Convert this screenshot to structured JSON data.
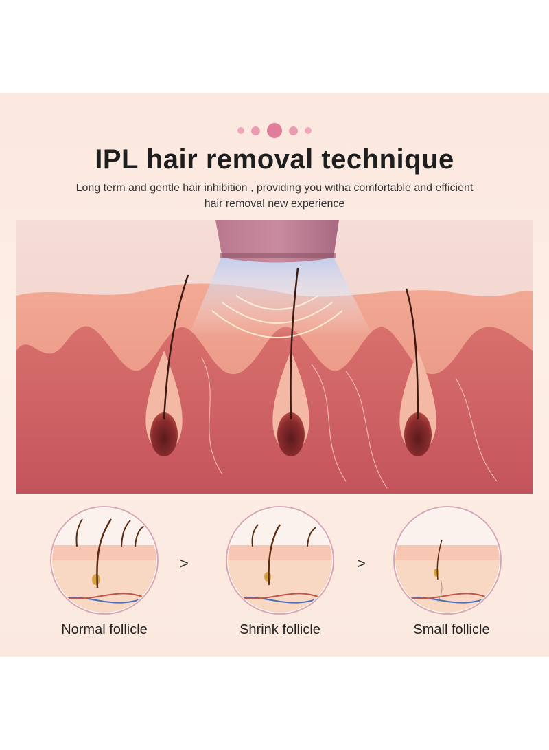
{
  "header": {
    "title": "IPL hair removal technique",
    "subtitle_line1": "Long term and gentle hair inhibition , providing you witha comfortable and efficient",
    "subtitle_line2": "hair removal new experience"
  },
  "illustration": {
    "icons": [
      "ipl-device-icon",
      "skin-cross-section-icon",
      "hair-follicle-icon"
    ]
  },
  "stages": [
    {
      "label": "Normal follicle"
    },
    {
      "label": "Shrink follicle"
    },
    {
      "label": "Small follicle"
    }
  ],
  "separators": [
    ">",
    ">"
  ],
  "colors": {
    "accent_pink": "#e07d9a",
    "skin": "#e89a8e",
    "background": "#fbe8df"
  }
}
